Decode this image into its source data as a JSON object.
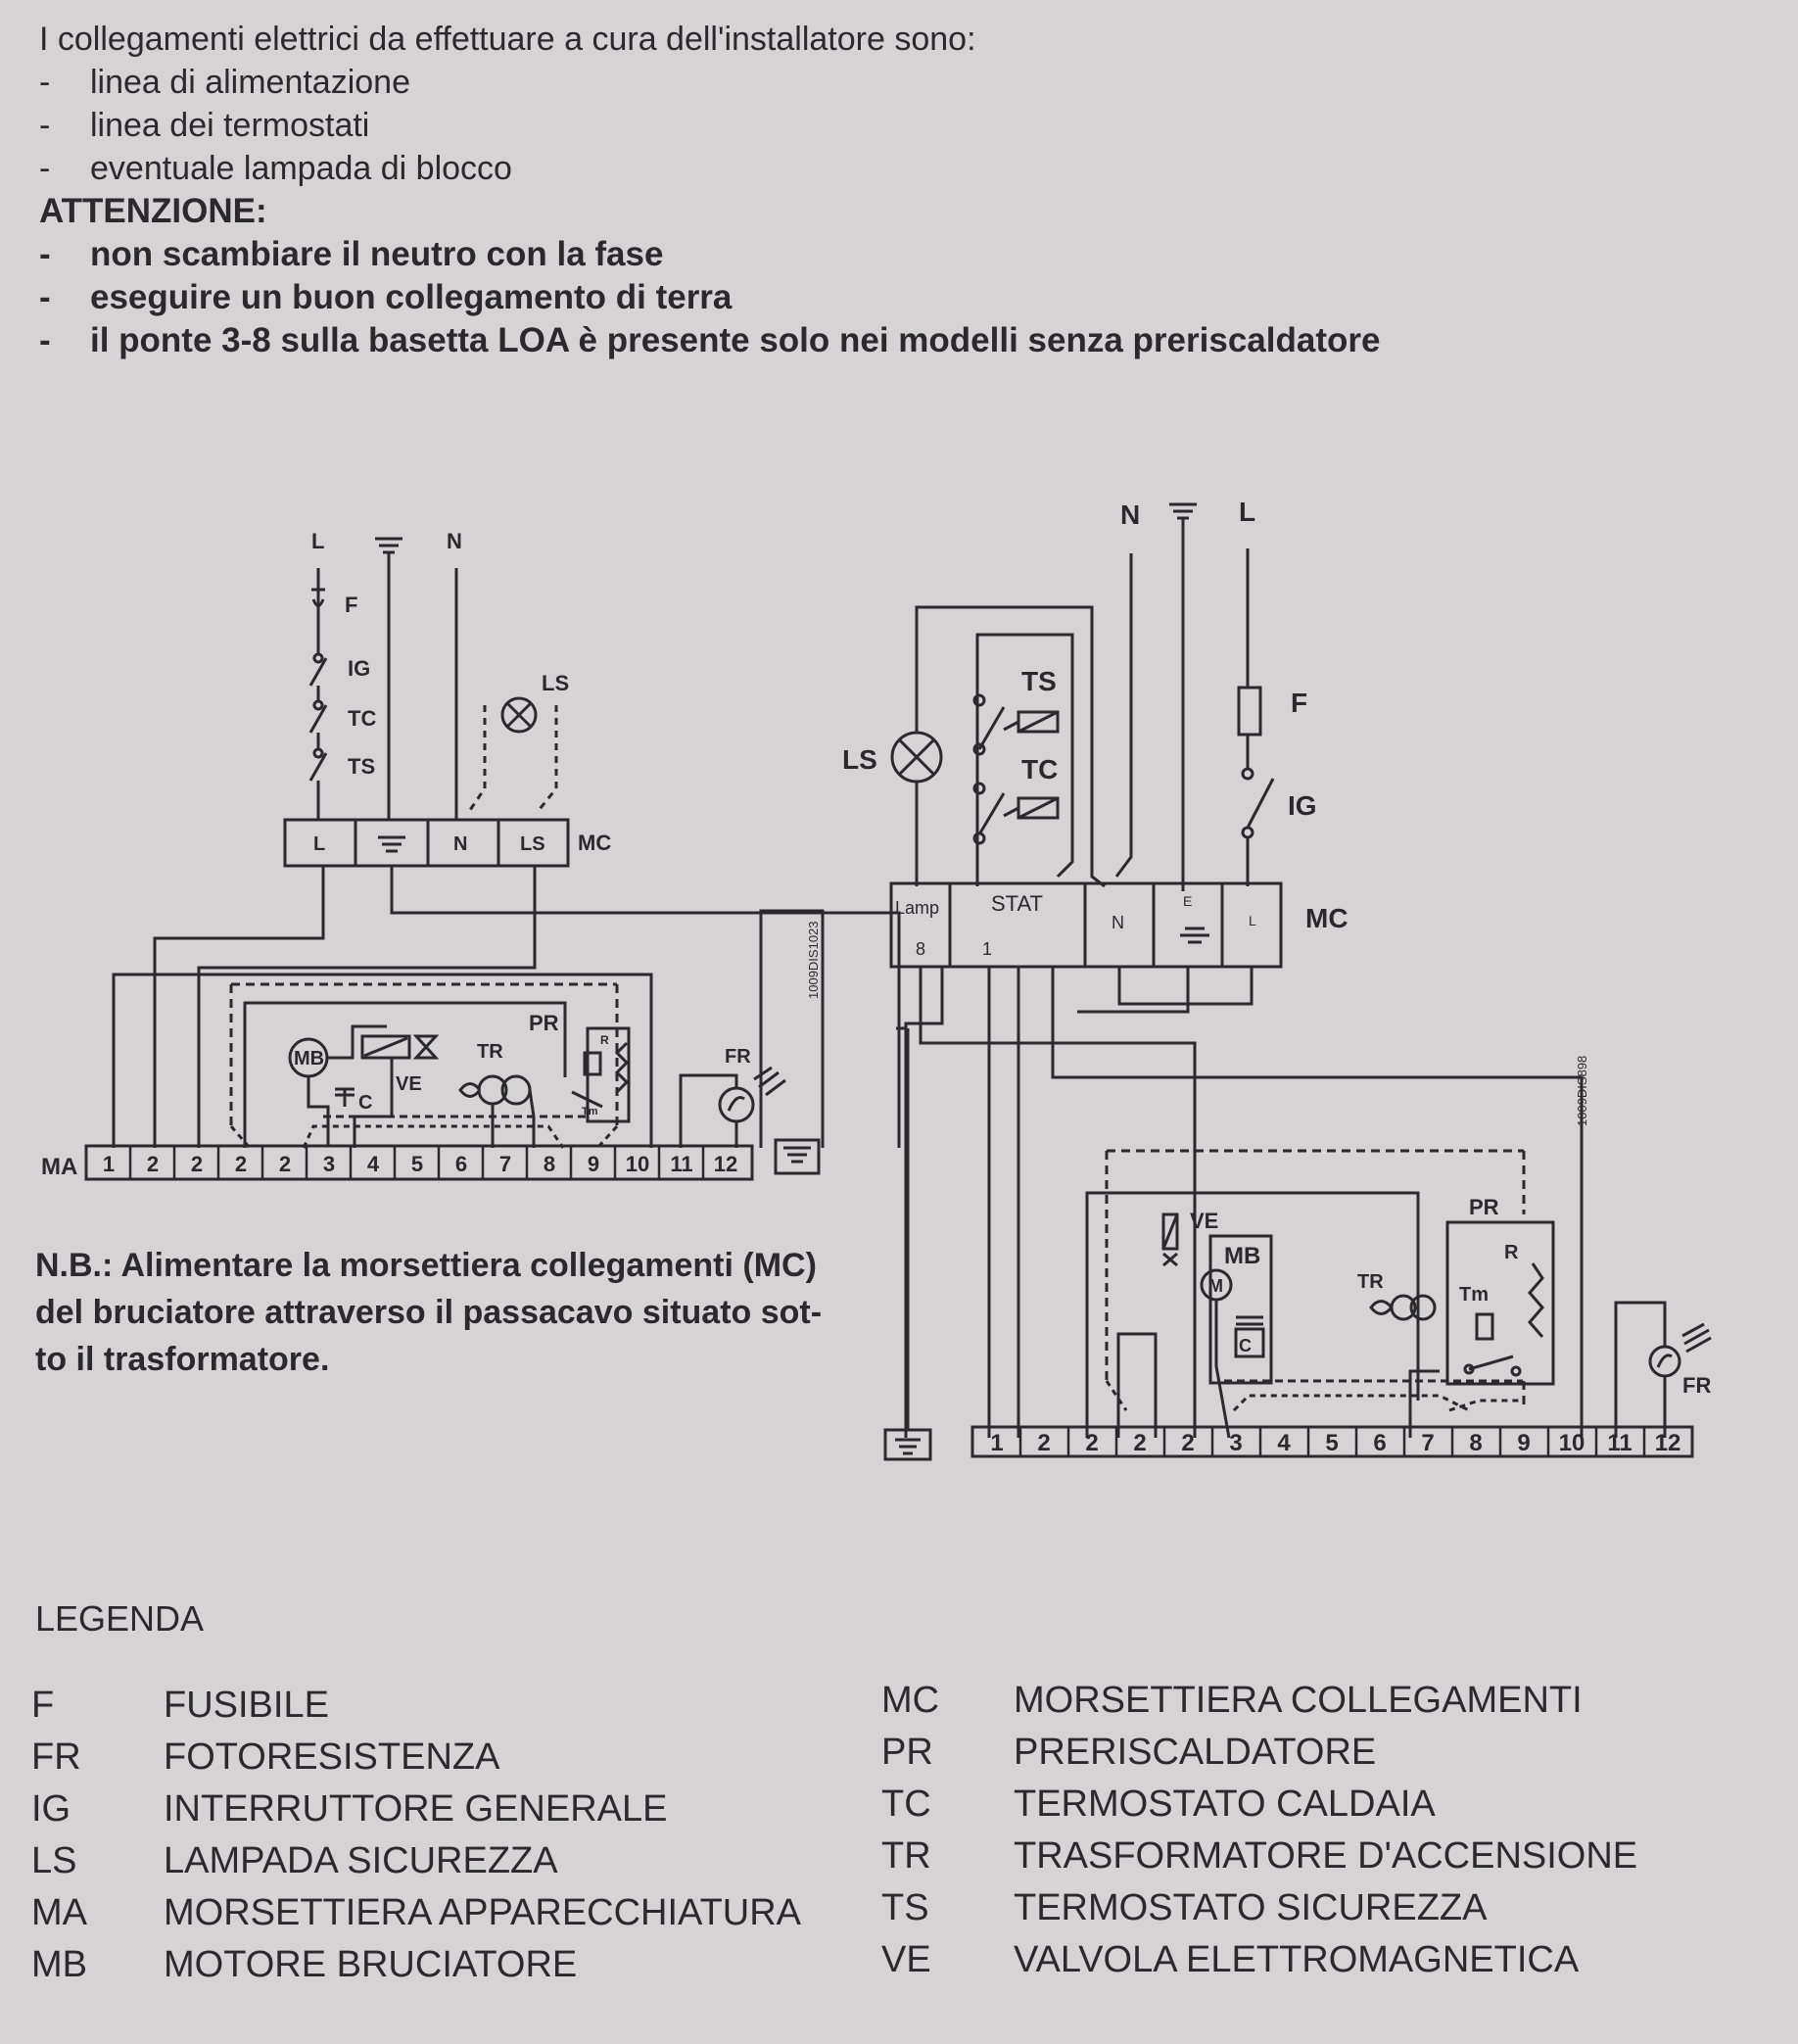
{
  "intro": {
    "heading": "I collegamenti elettrici da effettuare a cura dell'installatore sono:",
    "items": [
      "linea di alimentazione",
      "linea dei termostati",
      "eventuale lampada di blocco"
    ],
    "warning_title": "ATTENZIONE:",
    "warnings": [
      "non scambiare il neutro con la fase",
      "eseguire un buon collegamento di terra",
      "il ponte 3-8 sulla basetta LOA è presente solo nei modelli senza preriscaldatore"
    ],
    "dash": "-"
  },
  "diagram_left": {
    "supply": [
      "L",
      "N"
    ],
    "components": [
      "F",
      "IG",
      "TC",
      "TS",
      "LS",
      "PR",
      "MB",
      "VE",
      "TR",
      "C",
      "R",
      "Tm",
      "FR"
    ],
    "mc_cells": [
      "L",
      "N",
      "LS"
    ],
    "mc_label": "MC",
    "ma_label": "MA",
    "ma_terminals": [
      "1",
      "2",
      "2",
      "2",
      "2",
      "3",
      "4",
      "5",
      "6",
      "7",
      "8",
      "9",
      "10",
      "11",
      "12"
    ],
    "code": "1009DIS1023"
  },
  "diagram_right": {
    "supply": [
      "N",
      "L"
    ],
    "components": [
      "TS",
      "TC",
      "LS",
      "F",
      "IG",
      "PR",
      "VE",
      "MB",
      "M",
      "C",
      "TR",
      "R",
      "Tm",
      "FR"
    ],
    "mc_cells": [
      "Lamp",
      "8",
      "STAT",
      "1",
      "N",
      "E",
      "L"
    ],
    "mc_label": "MC",
    "ma_terminals": [
      "1",
      "2",
      "2",
      "2",
      "2",
      "3",
      "4",
      "5",
      "6",
      "7",
      "8",
      "9",
      "10",
      "11",
      "12"
    ],
    "code": "1009DIS898"
  },
  "note": "N.B.: Alimentare la morsettiera collegamenti (MC) del bruciatore attraverso il passacavo situato sot- to il trasformatore.",
  "legend_title": "LEGENDA",
  "legend_left": [
    {
      "code": "F",
      "desc": "FUSIBILE"
    },
    {
      "code": "FR",
      "desc": "FOTORESISTENZA"
    },
    {
      "code": "IG",
      "desc": "INTERRUTTORE GENERALE"
    },
    {
      "code": "LS",
      "desc": "LAMPADA SICUREZZA"
    },
    {
      "code": "MA",
      "desc": "MORSETTIERA APPARECCHIATURA"
    },
    {
      "code": "MB",
      "desc": "MOTORE BRUCIATORE"
    }
  ],
  "legend_right": [
    {
      "code": "MC",
      "desc": "MORSETTIERA COLLEGAMENTI"
    },
    {
      "code": "PR",
      "desc": "PRERISCALDATORE"
    },
    {
      "code": "TC",
      "desc": "TERMOSTATO CALDAIA"
    },
    {
      "code": "TR",
      "desc": "TRASFORMATORE D'ACCENSIONE"
    },
    {
      "code": "TS",
      "desc": "TERMOSTATO SICUREZZA"
    },
    {
      "code": "VE",
      "desc": "VALVOLA ELETTROMAGNETICA"
    }
  ]
}
